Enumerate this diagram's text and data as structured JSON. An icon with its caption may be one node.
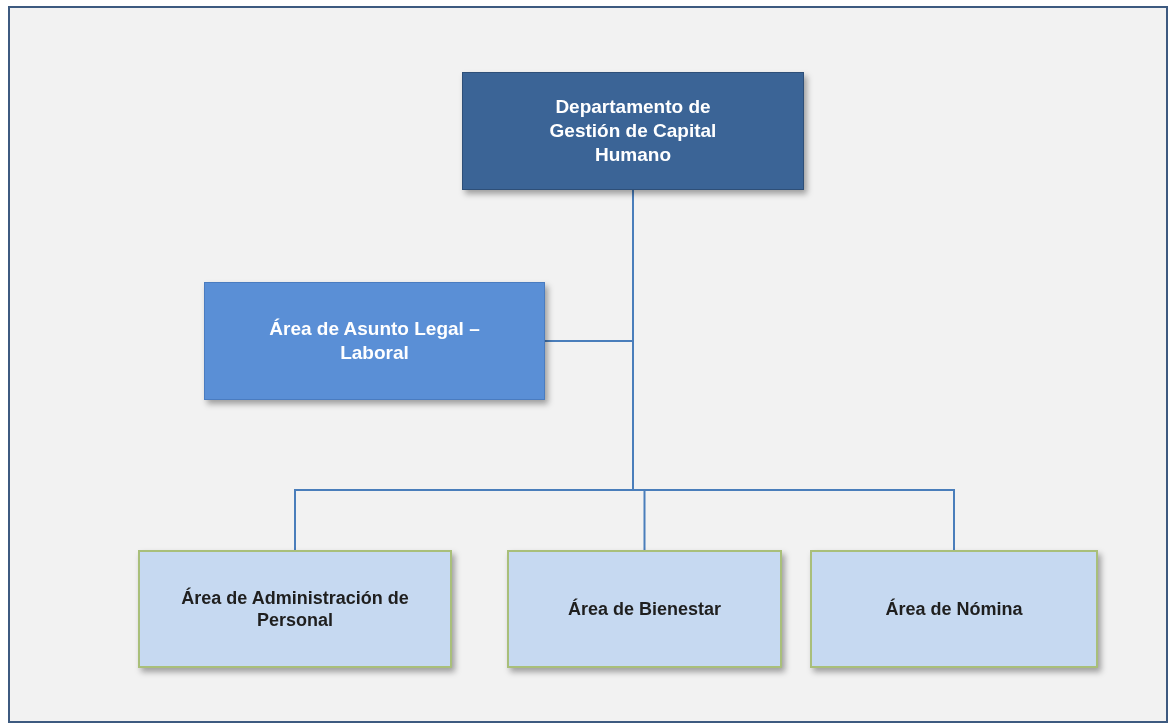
{
  "diagram": {
    "nodes": [
      {
        "text": [
          "Departamento de Gestión de Capital Humano"
        ]
      },
      {
        "text": [
          "Área de Asunto Legal – Laboral"
        ]
      },
      {
        "text": [
          "Área de Administración de Personal"
        ]
      },
      {
        "text": [
          "Área de Bienestar"
        ]
      },
      {
        "text": [
          "Área de Nómina"
        ]
      }
    ],
    "edges": [
      {
        "from": 0,
        "to": 1,
        "arrow": "none"
      },
      {
        "from": 0,
        "to": 2,
        "arrow": "none"
      },
      {
        "from": 0,
        "to": 3,
        "arrow": "none"
      },
      {
        "from": 0,
        "to": 4,
        "arrow": "none"
      }
    ]
  }
}
